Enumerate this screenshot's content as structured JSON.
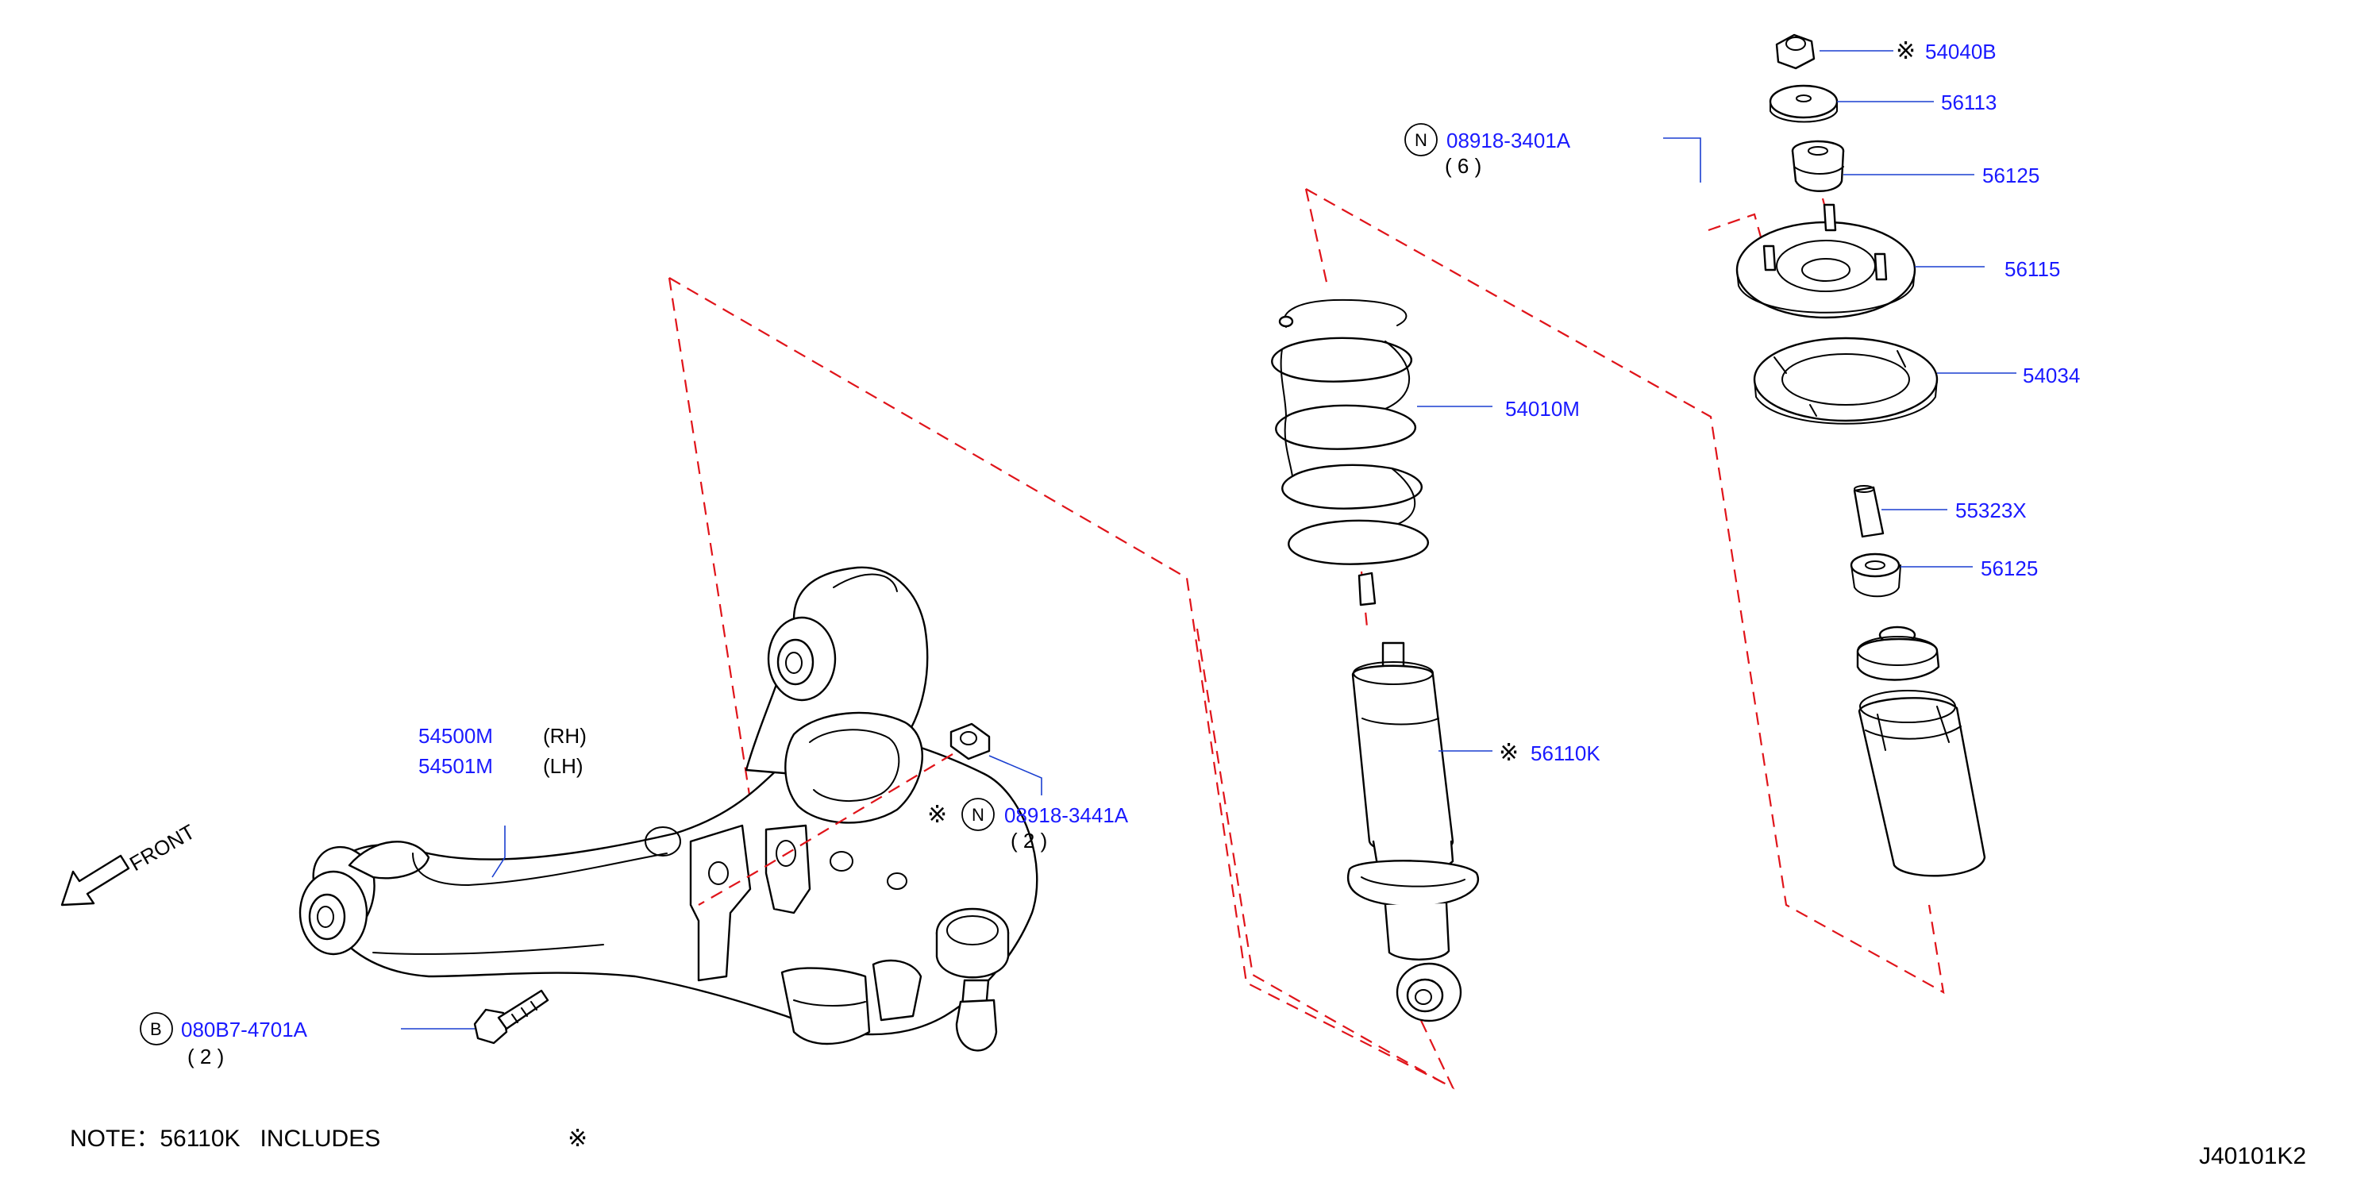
{
  "labels": {
    "p54040B": "54040B",
    "p56113": "56113",
    "p56125a": "56125",
    "p56115": "56115",
    "p54034": "54034",
    "p55323X": "55323X",
    "p56125b": "56125",
    "p54010M": "54010M",
    "p56110K": "56110K",
    "p08918_3401A": "08918-3401A",
    "q08918_3401A": "( 6 )",
    "p08918_3441A": "08918-3441A",
    "q08918_3441A": "( 2 )",
    "p54500M": "54500M",
    "p54500M_side": "(RH)",
    "p54501M": "54501M",
    "p54501M_side": "(LH)",
    "p080B7_4701A": "080B7-4701A",
    "q080B7_4701A": "( 2 )"
  },
  "markers": {
    "reference_mark": "※",
    "n_circle": "N",
    "b_circle": "B"
  },
  "front_label": "FRONT",
  "note": {
    "text": "NOTE：56110K   INCLUDES",
    "symbol": "※"
  },
  "diagram_id": "J40101K2",
  "colors": {
    "part_number": "#1a1aff",
    "leader_line": "#1a3fd0",
    "assembly_dash": "#e0141a",
    "drawing": "#000000"
  }
}
